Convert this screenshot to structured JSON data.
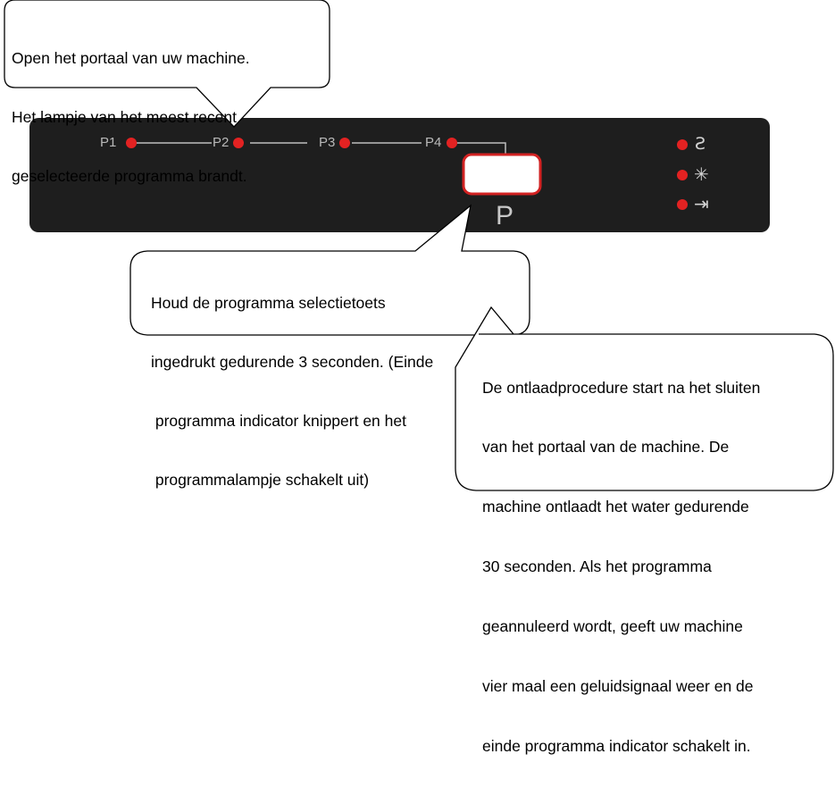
{
  "callouts": {
    "top": {
      "lines": [
        "Open het portaal van uw machine.",
        "Het lampje van het meest recent",
        "geselecteerde programma brandt."
      ]
    },
    "middle": {
      "lines": [
        "Houd de programma selectietoets",
        "ingedrukt gedurende 3 seconden. (Einde",
        " programma indicator knippert en het",
        " programmalampje schakelt uit)"
      ]
    },
    "bottom": {
      "lines": [
        "De ontlaadprocedure start na het sluiten",
        "van het portaal van de machine. De",
        "machine ontlaadt het water gedurende",
        "30 seconden. Als het programma",
        "geannuleerd wordt, geeft uw machine",
        "vier maal een geluidsignaal weer en de",
        "einde programma indicator schakelt in."
      ]
    }
  },
  "panel": {
    "programs": [
      "P1",
      "P2",
      "P3",
      "P4"
    ],
    "selector_label": "P",
    "indicators": [
      {
        "icon": "regeneration-icon",
        "glyph": "Ƨ"
      },
      {
        "icon": "rinse-aid-icon",
        "glyph": "✳"
      },
      {
        "icon": "end-of-program-icon",
        "glyph": "⇥"
      }
    ]
  },
  "colors": {
    "panel": "#1e1e1e",
    "led": "#e32222",
    "line": "#bdbdbd"
  }
}
